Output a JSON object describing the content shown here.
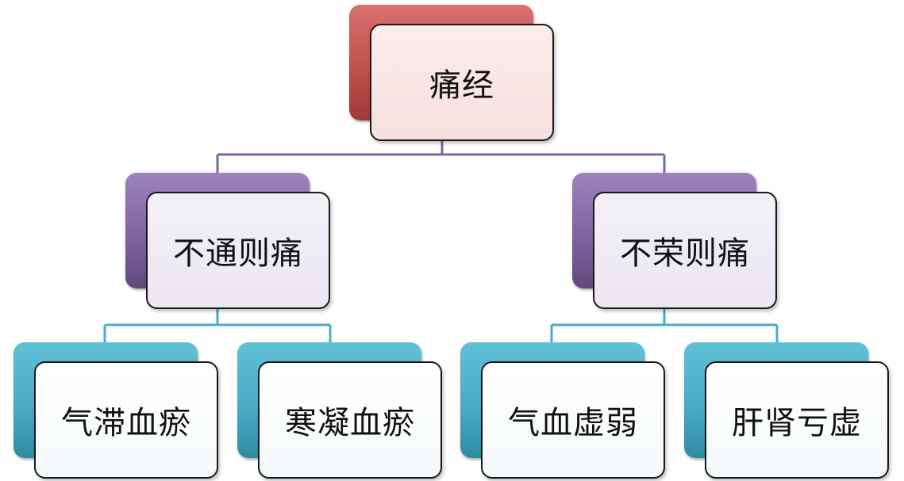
{
  "root": {
    "label": "痛经"
  },
  "branches": [
    {
      "label": "不通则痛",
      "children": [
        {
          "label": "气滞血瘀"
        },
        {
          "label": "寒凝血瘀"
        }
      ]
    },
    {
      "label": "不荣则痛",
      "children": [
        {
          "label": "气血虚弱"
        },
        {
          "label": "肝肾亏虚"
        }
      ]
    }
  ],
  "colors": {
    "root_accent": "#c0504d",
    "branch_accent": "#8064a2",
    "leaf_accent": "#4bacc6",
    "connector_top": "#8064a2",
    "connector_bottom": "#4bacc6"
  }
}
